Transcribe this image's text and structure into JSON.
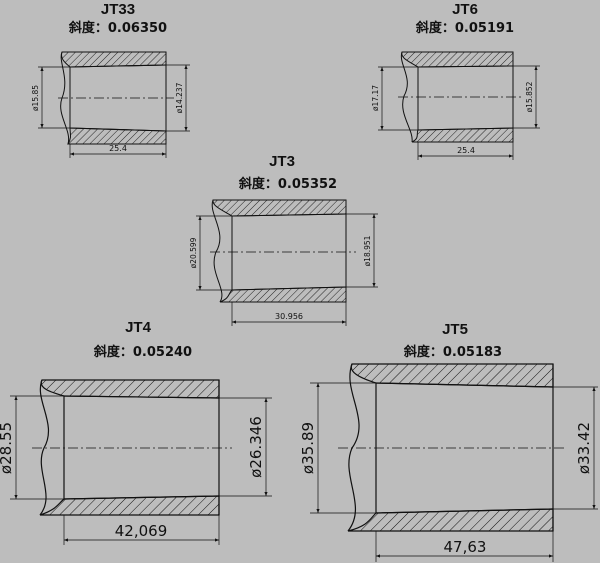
{
  "figures": {
    "jt33": {
      "name": "JT33",
      "taper": "斜度：0.06350",
      "dia_large": "ø15.85",
      "dia_small": "ø14.237",
      "length": "25.4"
    },
    "jt6": {
      "name": "JT6",
      "taper": "斜度：0.05191",
      "dia_large": "ø17.17",
      "dia_small": "ø15.852",
      "length": "25.4"
    },
    "jt3": {
      "name": "JT3",
      "taper": "斜度：0.05352",
      "dia_large": "ø20.599",
      "dia_small": "ø18.951",
      "length": "30.956"
    },
    "jt4": {
      "name": "JT4",
      "taper": "斜度：0.05240",
      "dia_large": "ø28.55",
      "dia_small": "ø26.346",
      "length": "42,069"
    },
    "jt5": {
      "name": "JT5",
      "taper": "斜度：0.05183",
      "dia_large": "ø35.89",
      "dia_small": "ø33.42",
      "length": "47,63"
    }
  },
  "colors": {
    "background": "#bdbdbd",
    "ink": "#111111"
  }
}
